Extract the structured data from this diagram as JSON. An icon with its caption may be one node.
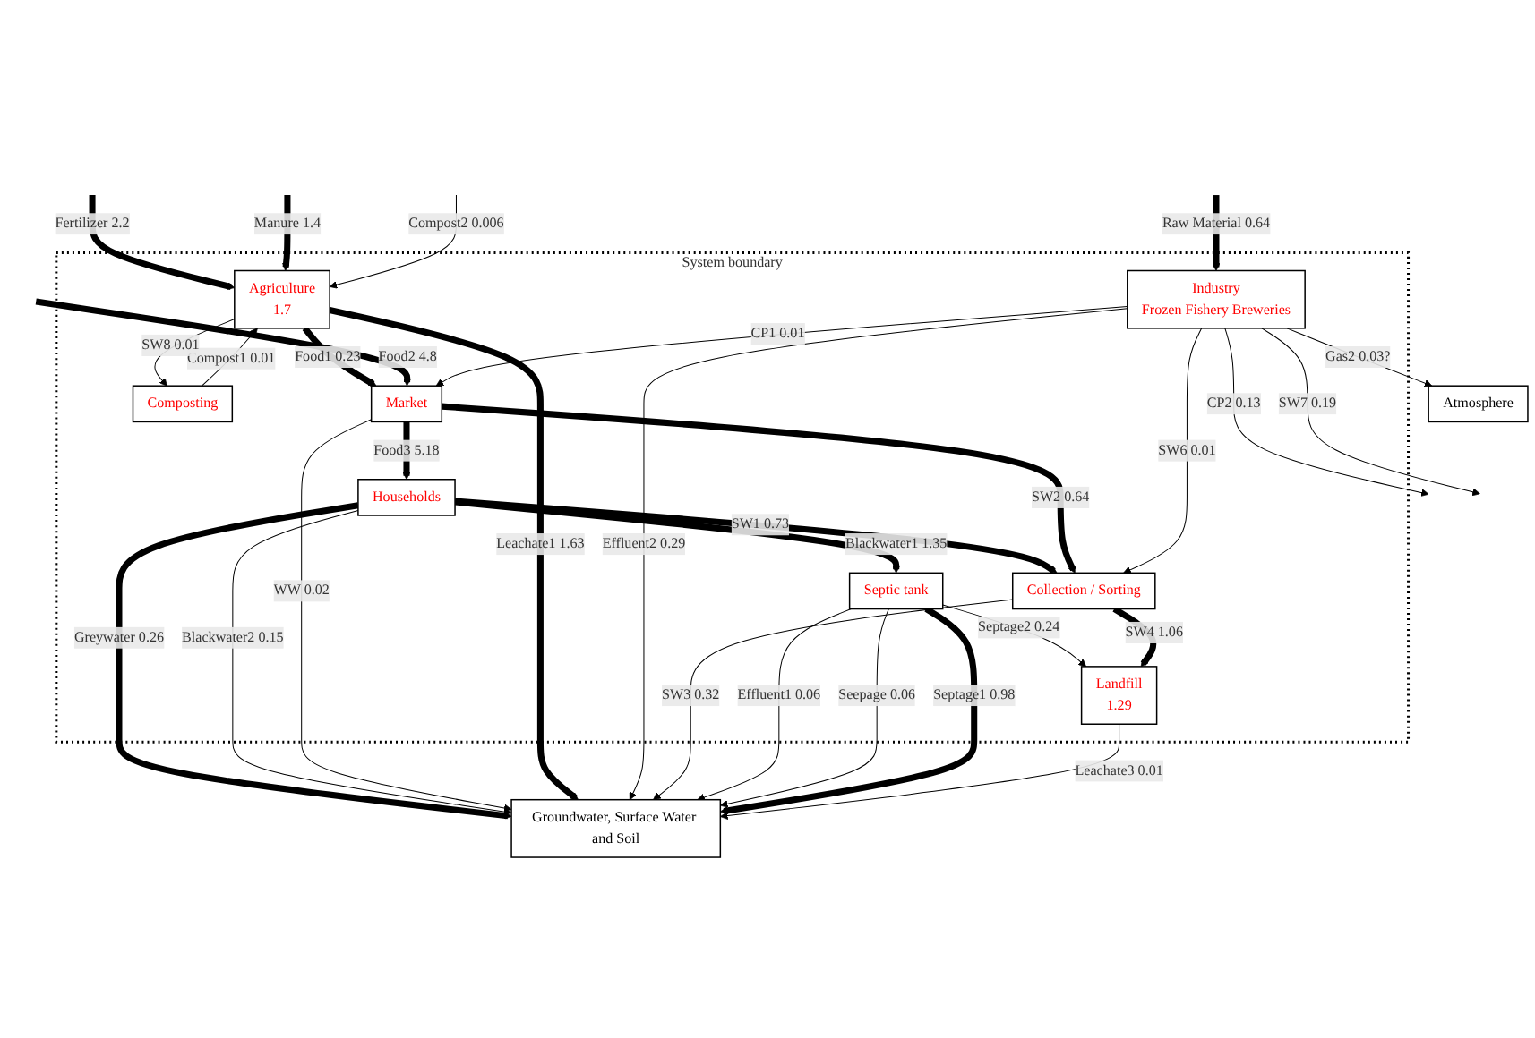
{
  "diagram": {
    "nodes": [
      {
        "text": [
          "Atmosphere"
        ]
      },
      {
        "text": [
          "System boundary"
        ]
      },
      {
        "text": [
          "Agriculture",
          "1.7"
        ],
        "in": 1
      },
      {
        "text": [
          "Households"
        ],
        "in": 1
      },
      {
        "text": [
          "Composting"
        ],
        "in": 1
      },
      {
        "text": [
          "Market"
        ],
        "in": 1
      },
      {
        "text": [
          "Septic tank"
        ],
        "in": 1
      },
      {
        "text": [
          "Industry",
          "Frozen Fishery Breweries"
        ],
        "in": 1
      },
      {
        "text": [
          "Collection / Sorting"
        ],
        "in": 1
      },
      {
        "text": [
          "Landfill",
          "1.29"
        ],
        "in": 1
      },
      {
        "text": [
          "Groundwater, Surface Water and Soil"
        ]
      }
    ],
    "edges": [
      {
        "from": null,
        "to": 2,
        "arrow": "to",
        "label": "Fertilizer 2.2",
        "style": "thick"
      },
      {
        "from": null,
        "to": 2,
        "arrow": "to",
        "label": "Manure 1.4",
        "style": "thick"
      },
      {
        "from": null,
        "to": 2,
        "arrow": "to",
        "label": "Compost2 0.006"
      },
      {
        "from": 7,
        "to": 0,
        "arrow": "to",
        "label": "Gas2 0.03?"
      },
      {
        "from": 4,
        "to": 2,
        "arrow": "to",
        "label": "Compost1 0.01"
      },
      {
        "from": 2,
        "to": 4,
        "arrow": "to",
        "label": "SW8 0.01"
      },
      {
        "from": 2,
        "to": 5,
        "arrow": "to",
        "label": "Food1 0.23",
        "style": "thick"
      },
      {
        "from": 5,
        "to": 3,
        "arrow": "to",
        "label": "Food3 5.18",
        "style": "thick"
      },
      {
        "from": 3,
        "to": 8,
        "arrow": "to",
        "label": "SW1 0.73",
        "style": "thick"
      },
      {
        "from": 3,
        "to": 10,
        "arrow": "to",
        "label": "Greywater 0.26",
        "style": "thick"
      },
      {
        "from": 3,
        "to": 10,
        "arrow": "to",
        "label": "Blackwater2 0.15"
      },
      {
        "from": 3,
        "to": 6,
        "arrow": "to",
        "label": "Blackwater1 1.35",
        "style": "thick"
      },
      {
        "from": null,
        "to": 5,
        "arrow": "to",
        "label": "Food2 4.8",
        "style": "thick"
      },
      {
        "from": 5,
        "to": 8,
        "arrow": "to",
        "label": "SW2 0.64",
        "style": "thick"
      },
      {
        "from": 5,
        "to": 10,
        "arrow": "to",
        "label": "WW 0.02"
      },
      {
        "from": 2,
        "to": 10,
        "arrow": "to",
        "label": "Leachate1 1.63",
        "style": "thick"
      },
      {
        "from": null,
        "to": 7,
        "arrow": "to",
        "label": "Raw Material 0.64",
        "style": "thick"
      },
      {
        "from": 7,
        "to": 5,
        "arrow": "to",
        "label": "CP1 0.01"
      },
      {
        "from": 7,
        "to": null,
        "arrow": "to",
        "label": "CP2 0.13"
      },
      {
        "from": 7,
        "to": null,
        "arrow": "to",
        "label": "SW7 0.19"
      },
      {
        "from": 7,
        "to": 8,
        "arrow": "to",
        "label": "SW6 0.01"
      },
      {
        "from": 7,
        "to": 10,
        "arrow": "to",
        "label": "Effluent2 0.29"
      },
      {
        "from": 6,
        "to": 9,
        "arrow": "to",
        "label": "Septage2 0.24"
      },
      {
        "from": 8,
        "to": 9,
        "arrow": "to",
        "label": "SW4 1.06",
        "style": "thick"
      },
      {
        "from": 8,
        "to": 10,
        "arrow": "to",
        "label": "SW3 0.32"
      },
      {
        "from": 6,
        "to": 10,
        "arrow": "to",
        "label": "Effluent1 0.06"
      },
      {
        "from": 6,
        "to": 10,
        "arrow": "to",
        "label": "Seepage 0.06"
      },
      {
        "from": 6,
        "to": 10,
        "arrow": "to",
        "label": "Septage1 0.98",
        "style": "thick"
      },
      {
        "from": 9,
        "to": 10,
        "arrow": "to",
        "label": "Leachate3 0.01"
      }
    ]
  }
}
